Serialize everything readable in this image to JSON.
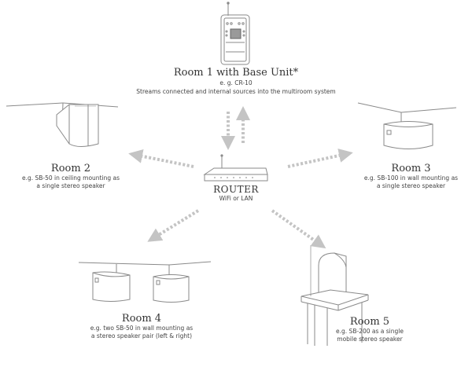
{
  "diagram": {
    "colors": {
      "line": "#8a8a8a",
      "arrow": "#c4c4c4",
      "text": "#333333"
    },
    "room1": {
      "title": "Room 1 with Base Unit*",
      "example": "e. g. CR-10",
      "desc": "Streams connected and internal sources into the multiroom system"
    },
    "room2": {
      "title": "Room 2",
      "desc1": "e.g. SB-50 in ceiling mounting as",
      "desc2": "a single stereo speaker"
    },
    "room3": {
      "title": "Room 3",
      "desc1": "e.g. SB-100 in wall mounting as",
      "desc2": "a single stereo speaker"
    },
    "room4": {
      "title": "Room 4",
      "desc1": "e.g. two SB-50 in wall mounting as",
      "desc2": "a stereo speaker pair (left & right)"
    },
    "room5": {
      "title": "Room 5",
      "desc1": "e.g. SB-200 as a single",
      "desc2": "mobile stereo speaker"
    },
    "router": {
      "title": "ROUTER",
      "subtitle": "WiFi or LAN"
    },
    "icons": [
      "radio-base-unit-icon",
      "ceiling-speaker-icon",
      "wall-speaker-icon",
      "speaker-pair-icon",
      "mobile-speaker-icon",
      "router-icon"
    ]
  }
}
